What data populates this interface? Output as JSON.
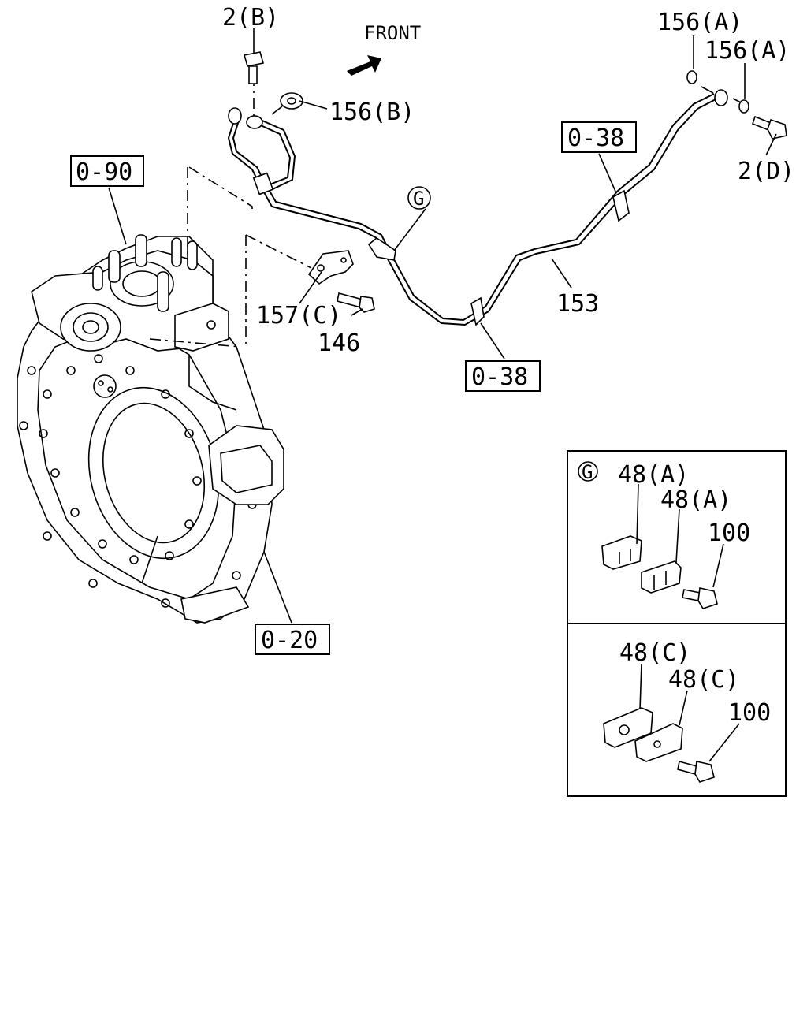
{
  "diagram": {
    "front_label": "FRONT",
    "refs": {
      "ref_0_90": "0-90",
      "ref_0_20": "0-20",
      "ref_0_38_top": "0-38",
      "ref_0_38_bottom": "0-38"
    },
    "callouts": {
      "c_2b": "2(B)",
      "c_156b": "156(B)",
      "c_156a_1": "156(A)",
      "c_156a_2": "156(A)",
      "c_2d": "2(D)",
      "c_157c": "157(C)",
      "c_146": "146",
      "c_153": "153",
      "c_g": "G"
    },
    "detail_g": {
      "marker": "G",
      "upper": {
        "label_1": "48(A)",
        "label_2": "48(A)",
        "label_3": "100"
      },
      "lower": {
        "label_1": "48(C)",
        "label_2": "48(C)",
        "label_3": "100"
      }
    }
  }
}
